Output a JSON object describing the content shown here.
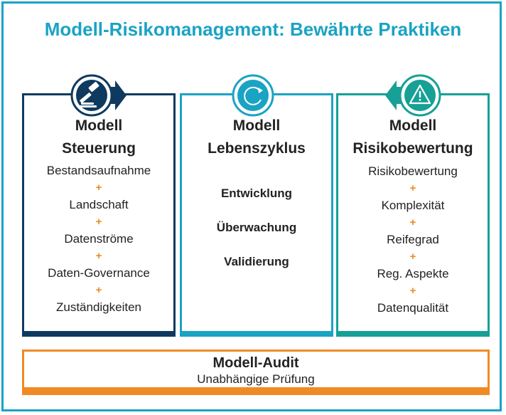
{
  "title": "Modell-Risikomanagement: Bewährte Praktiken",
  "colors": {
    "frame": "#1aa3c3",
    "governance": "#0f3a5f",
    "lifecycle": "#1aa3c3",
    "risk": "#16a096",
    "audit": "#f08a24",
    "plus": "#f08a24"
  },
  "columns": [
    {
      "heading_line1": "Modell",
      "heading_line2": "Steuerung",
      "icon": "gavel-icon",
      "items": [
        "Bestandsaufnahme",
        "Landschaft",
        "Datenströme",
        "Daten-Governance",
        "Zuständigkeiten"
      ]
    },
    {
      "heading_line1": "Modell",
      "heading_line2": "Lebenszyklus",
      "icon": "cycle-icon",
      "items": [
        "Entwicklung",
        "Überwachung",
        "Validierung"
      ]
    },
    {
      "heading_line1": "Modell",
      "heading_line2": "Risikobewertung",
      "icon": "warning-icon",
      "items": [
        "Risikobewertung",
        "Komplexität",
        "Reifegrad",
        "Reg. Aspekte",
        "Datenqualität"
      ]
    }
  ],
  "separator": "+",
  "audit": {
    "title": "Modell-Audit",
    "subtitle": "Unabhängige Prüfung"
  }
}
